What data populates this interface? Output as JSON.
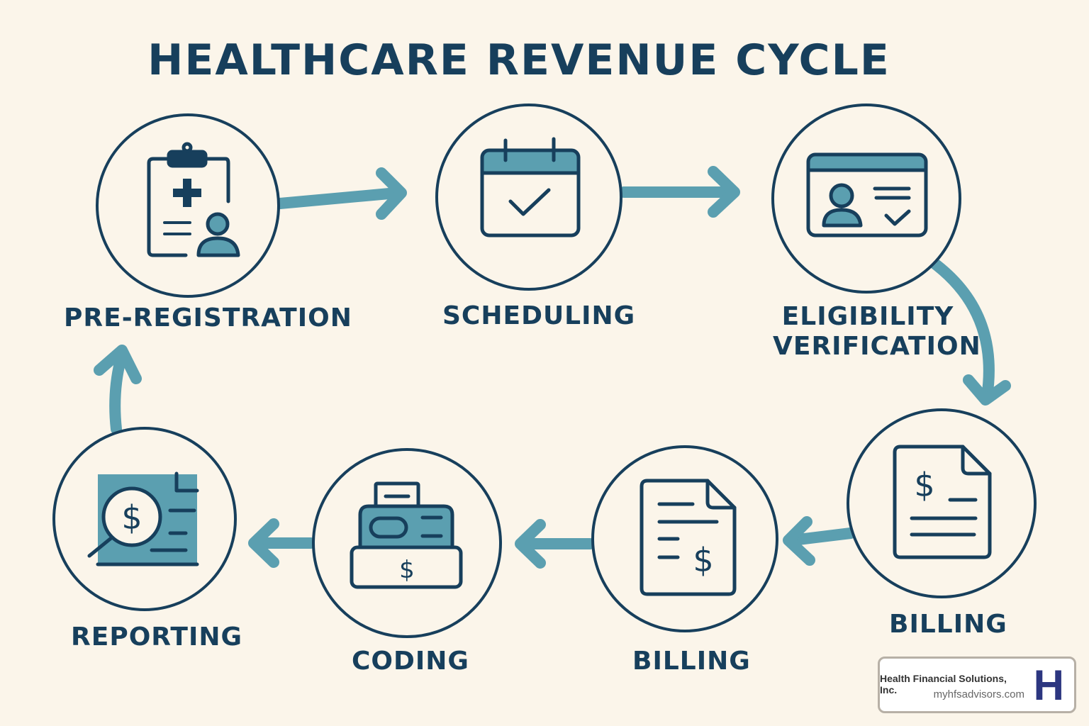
{
  "title": "HEALTHCARE REVENUE CYCLE",
  "colors": {
    "background": "#fbf5ea",
    "dark": "#173f5c",
    "accent": "#5b9fb0"
  },
  "steps": [
    {
      "label": "PRE-REGISTRATION",
      "icon": "clipboard-patient-icon"
    },
    {
      "label": "SCHEDULING",
      "icon": "calendar-check-icon"
    },
    {
      "label_line1": "ELIGIBILITY",
      "label_line2": "VERIFICATION",
      "icon": "id-card-check-icon"
    },
    {
      "label": "BILLING",
      "icon": "invoice-dollar-icon"
    },
    {
      "label": "BILLING",
      "icon": "document-dollar-icon"
    },
    {
      "label": "CODING",
      "icon": "cash-register-icon"
    },
    {
      "label": "REPORTING",
      "icon": "financial-report-search-icon"
    }
  ],
  "branding": {
    "company": "Health Financial Solutions, Inc.",
    "url": "myhfsadvisors.com",
    "logo_letter": "H"
  }
}
